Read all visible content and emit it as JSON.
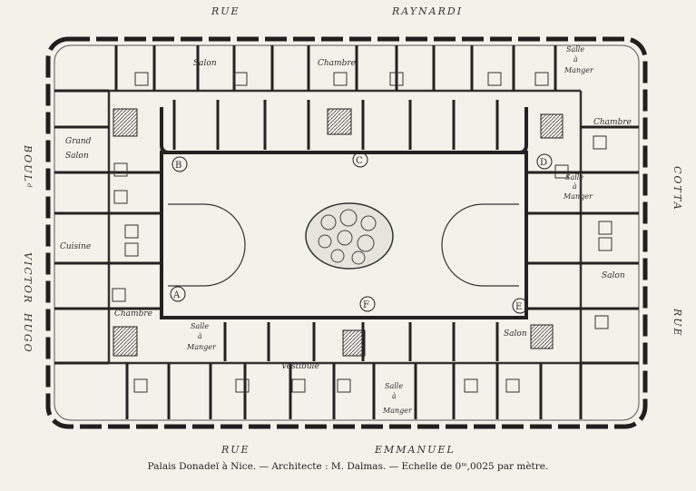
{
  "streets": {
    "north_1": "RUE",
    "north_2": "RAYNARDI",
    "south_1": "RUE",
    "south_2": "EMMANUEL",
    "west_1": "BOULᵈ",
    "west_2": "VICTOR",
    "west_3": "HUGO",
    "east_1": "COTTA",
    "east_2": "RUE"
  },
  "rooms": {
    "salon_north": "Salon",
    "chambre_north": "Chambre",
    "salle_manger_ne": [
      "Salle",
      "à",
      "Manger"
    ],
    "chambre_ne": "Chambre",
    "salle_manger_d": [
      "Salle",
      "à",
      "Manger"
    ],
    "salon_east": "Salon",
    "salon_e": "Salon",
    "grand_salon": [
      "Grand",
      "Salon"
    ],
    "cuisine": "Cuisine",
    "chambre_west": "Chambre",
    "salle_manger_sw": [
      "Salle",
      "à",
      "Manger"
    ],
    "vestibule": "Vestibule",
    "salle_manger_south": [
      "Salle",
      "à",
      "Manger"
    ]
  },
  "markers": [
    "A",
    "B",
    "C",
    "D",
    "E",
    "F"
  ],
  "caption": "Palais Donadeï à Nice. — Architecte : M. Dalmas. — Echelle de 0ᵐ,0025 par mètre."
}
